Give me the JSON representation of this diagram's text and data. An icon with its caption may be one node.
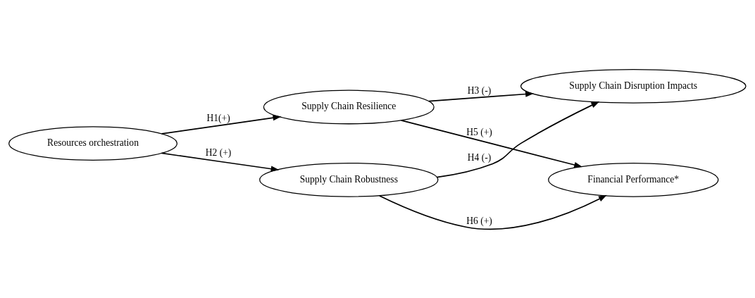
{
  "diagram": {
    "nodes": [
      {
        "text": [
          "Resources orchestration"
        ]
      },
      {
        "text": [
          "Supply Chain Resilience"
        ]
      },
      {
        "text": [
          "Supply Chain Robustness"
        ]
      },
      {
        "text": [
          "Supply Chain Disruption Impacts"
        ]
      },
      {
        "text": [
          "Financial Performance*"
        ]
      }
    ],
    "edges": [
      {
        "from": 0,
        "to": 1,
        "arrow": "to",
        "label": "H1(+)"
      },
      {
        "from": 0,
        "to": 2,
        "arrow": "to",
        "label": "H2 (+)"
      },
      {
        "from": 1,
        "to": 3,
        "arrow": "to",
        "label": "H3 (-)"
      },
      {
        "from": 2,
        "to": 3,
        "arrow": "to",
        "label": "H4 (-)"
      },
      {
        "from": 1,
        "to": 4,
        "arrow": "to",
        "label": "H5 (+)"
      },
      {
        "from": 2,
        "to": 4,
        "arrow": "to",
        "label": "H6 (+)"
      }
    ]
  }
}
